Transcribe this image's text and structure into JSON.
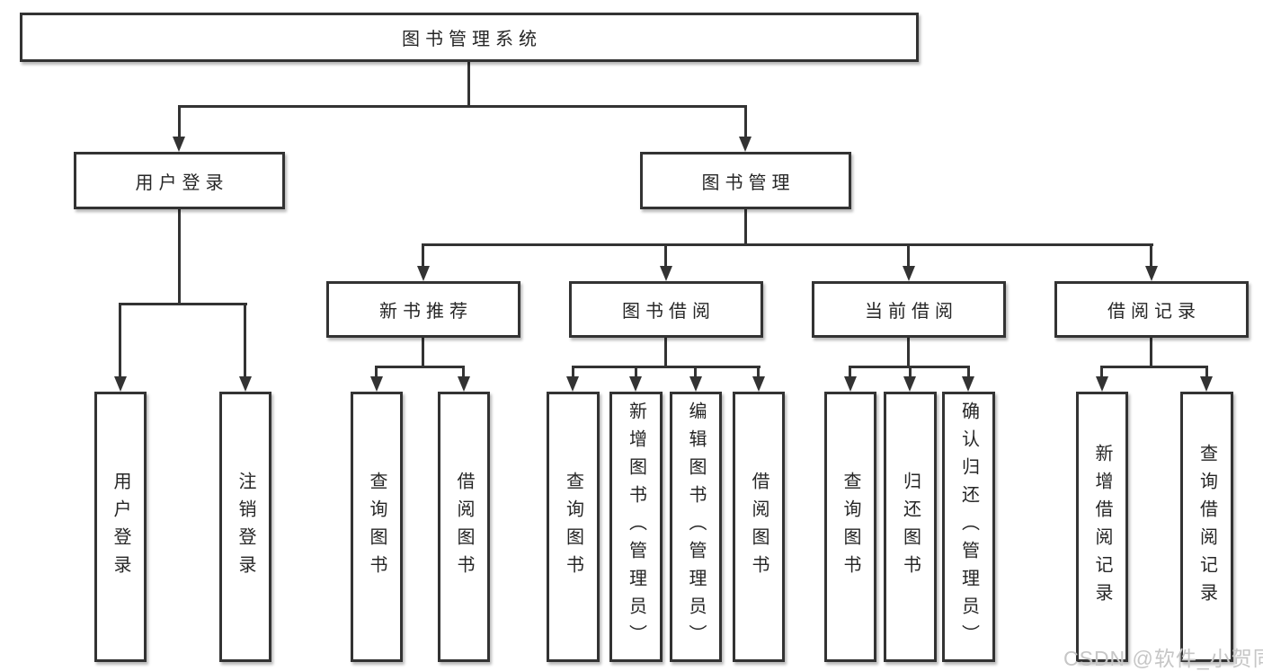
{
  "diagram": {
    "root": {
      "label": "图书管理系统"
    },
    "branches": [
      {
        "label": "用户登录",
        "children": [
          {
            "label": "用户登录"
          },
          {
            "label": "注销登录"
          }
        ]
      },
      {
        "label": "图书管理",
        "children": [
          {
            "label": "新书推荐",
            "children": [
              {
                "label": "查询图书"
              },
              {
                "label": "借阅图书"
              }
            ]
          },
          {
            "label": "图书借阅",
            "children": [
              {
                "label": "查询图书"
              },
              {
                "label": "新增图书（管理员）"
              },
              {
                "label": "编辑图书（管理员）"
              },
              {
                "label": "借阅图书"
              }
            ]
          },
          {
            "label": "当前借阅",
            "children": [
              {
                "label": "查询图书"
              },
              {
                "label": "归还图书"
              },
              {
                "label": "确认归还（管理员）"
              }
            ]
          },
          {
            "label": "借阅记录",
            "children": [
              {
                "label": "新增借阅记录"
              },
              {
                "label": "查询借阅记录"
              }
            ]
          }
        ]
      }
    ]
  },
  "watermark": {
    "text": "CSDN @软件_小贺同学"
  },
  "colors": {
    "line": "#333333",
    "text": "#262626",
    "watermark": "#c6c6c6",
    "background": "#ffffff"
  }
}
